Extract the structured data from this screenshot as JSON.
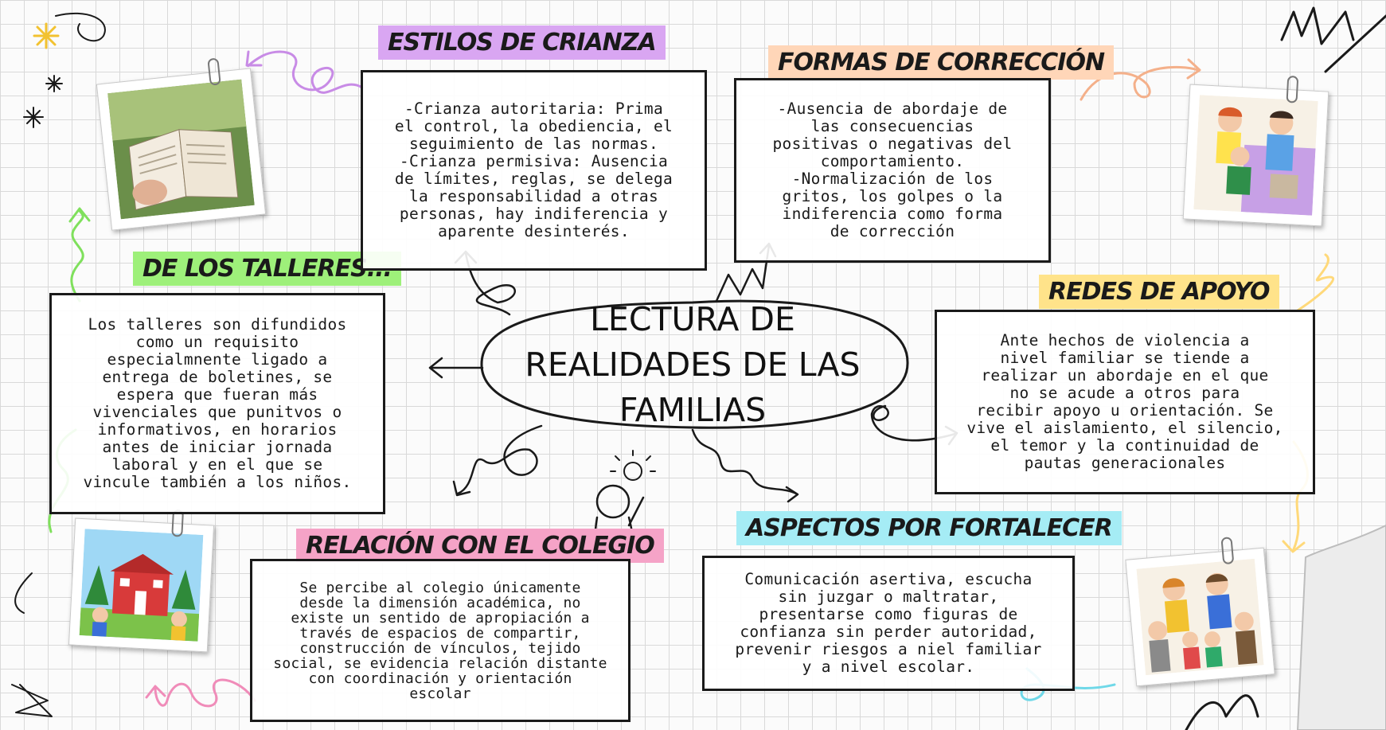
{
  "center": {
    "title": "LECTURA DE\nREALIDADES DE LAS\nFAMILIAS"
  },
  "sections": {
    "estilos": {
      "title": "ESTILOS DE CRIANZA",
      "text": "-Crianza autoritaria: Prima\nel control, la obediencia, el\nseguimiento de las normas.\n-Crianza permisiva: Ausencia\nde límites, reglas, se delega\nla responsabilidad a otras\npersonas, hay indiferencia y\naparente desinterés."
    },
    "formas": {
      "title": "FORMAS DE CORRECCIÓN",
      "text": "-Ausencia de abordaje de\nlas consecuencias\npositivas o negativas del\ncomportamiento.\n-Normalización de los\ngritos, los golpes o la\nindiferencia como forma\nde corrección"
    },
    "talleres": {
      "title": "DE LOS TALLERES...",
      "text": "Los talleres son difundidos\ncomo un requisito\nespecialmnente ligado a\nentrega de boletines, se\nespera que fueran más\nvivenciales que punitvos o\ninformativos, en horarios\nantes de iniciar jornada\nlaboral y en el que se\nvincule también a los niños."
    },
    "redes": {
      "title": "REDES DE APOYO",
      "text": "Ante hechos de violencia a\nnivel familiar se tiende a\nrealizar un abordaje en el que\nno se acude a otros para\nrecibir apoyo u orientación. Se\nvive el aislamiento, el silencio,\nel temor y la continuidad de\npautas generacionales"
    },
    "colegio": {
      "title": "RELACIÓN CON EL COLEGIO",
      "text": "Se percibe al colegio únicamente\ndesde la dimensión académica, no\nexiste un sentido de apropiación a\ntravés de espacios de compartir,\nconstrucción de vínculos, tejido\nsocial, se evidencia relación distante\ncon coordinación y orientación\nescolar"
    },
    "aspectos": {
      "title": "ASPECTOS POR FORTALECER",
      "text": "Comunicación asertiva, escucha\nsin juzgar o maltratar,\npresentarse como figuras de\nconfianza sin perder autoridad,\nprevenir riesgos a niel familiar\ny a nivel escolar."
    }
  },
  "colors": {
    "estilos": "#d9a6f2",
    "formas": "#ffd6b8",
    "talleres": "#9ef07a",
    "redes": "#ffe38a",
    "colegio": "#f5a3c7",
    "aspectos": "#a5ecf5"
  },
  "images": [
    {
      "name": "book-photo",
      "subject": "open book held by hand"
    },
    {
      "name": "family-talk-photo",
      "subject": "parents talking with children"
    },
    {
      "name": "school-photo",
      "subject": "school building with children"
    },
    {
      "name": "family-group-photo",
      "subject": "multigenerational family"
    }
  ]
}
